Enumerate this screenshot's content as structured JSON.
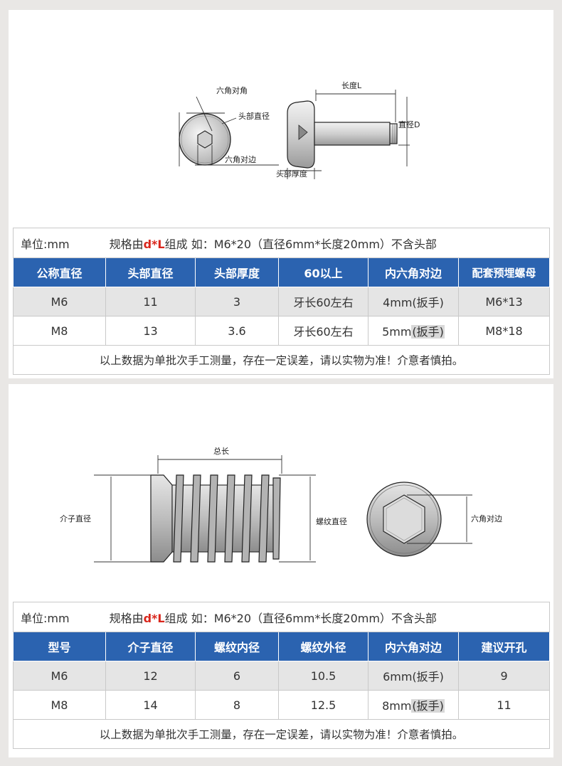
{
  "panel1": {
    "diagram_labels": {
      "hex_corner": "六角对角",
      "head_diameter": "头部直径",
      "hex_flat": "六角对边",
      "length": "长度L",
      "diameter": "直径D",
      "head_thickness": "头部厚度"
    },
    "unit_label": "单位:mm",
    "note_prefix": "规格由",
    "note_formula": "d*L",
    "note_suffix": "组成 如：M6*20（直径6mm*长度20mm）不含头部",
    "headers": [
      "公称直径",
      "头部直径",
      "头部厚度",
      "60以上",
      "内六角对边",
      "配套预埋螺母"
    ],
    "rows": [
      [
        "M6",
        "11",
        "3",
        "牙长60左右",
        "4mm",
        "(扳手)",
        "M6*13"
      ],
      [
        "M8",
        "13",
        "3.6",
        "牙长60左右",
        "5mm",
        "(扳手)",
        "M8*18"
      ]
    ],
    "footer": "以上数据为单批次手工测量，存在一定误差，请以实物为准！介意者慎拍。"
  },
  "panel2": {
    "diagram_labels": {
      "total_length": "总长",
      "insert_diameter": "介子直径",
      "thread_diameter": "螺纹直径",
      "hex_flat": "六角对边"
    },
    "unit_label": "单位:mm",
    "note_prefix": "规格由",
    "note_formula": "d*L",
    "note_suffix": "组成 如：M6*20（直径6mm*长度20mm）不含头部",
    "headers": [
      "型号",
      "介子直径",
      "螺纹内径",
      "螺纹外径",
      "内六角对边",
      "建议开孔"
    ],
    "rows": [
      [
        "M6",
        "12",
        "6",
        "10.5",
        "6mm",
        "(扳手)",
        "9"
      ],
      [
        "M8",
        "14",
        "8",
        "12.5",
        "8mm",
        "(扳手)",
        "11"
      ]
    ],
    "footer": "以上数据为单批次手工测量，存在一定误差，请以实物为准！介意者慎拍。"
  }
}
